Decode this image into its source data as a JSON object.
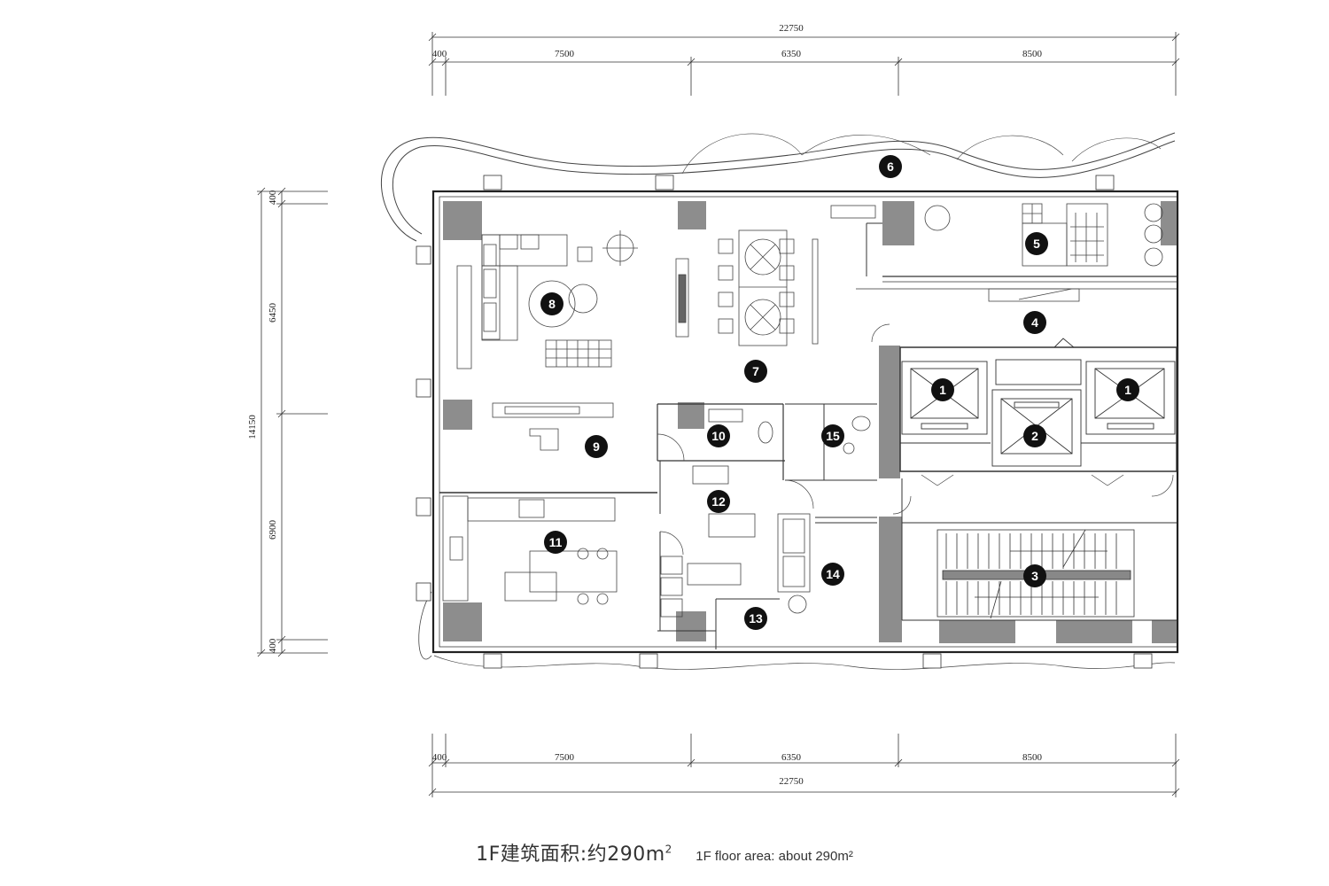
{
  "dimensions": {
    "top": {
      "total": "22750",
      "segments": [
        "400",
        "7500",
        "6350",
        "8500"
      ]
    },
    "bottom": {
      "total": "22750",
      "segments": [
        "400",
        "7500",
        "6350",
        "8500"
      ]
    },
    "left": {
      "total": "14150",
      "segments": [
        "400",
        "6450",
        "6900",
        "400"
      ]
    }
  },
  "room_tags": [
    "1",
    "1",
    "2",
    "3",
    "4",
    "5",
    "6",
    "7",
    "8",
    "9",
    "10",
    "11",
    "12",
    "13",
    "14",
    "15"
  ],
  "caption": {
    "cn_main": "1F建筑面积:约290m",
    "cn_sup": "2",
    "en": "1F floor area: about  290m²"
  }
}
